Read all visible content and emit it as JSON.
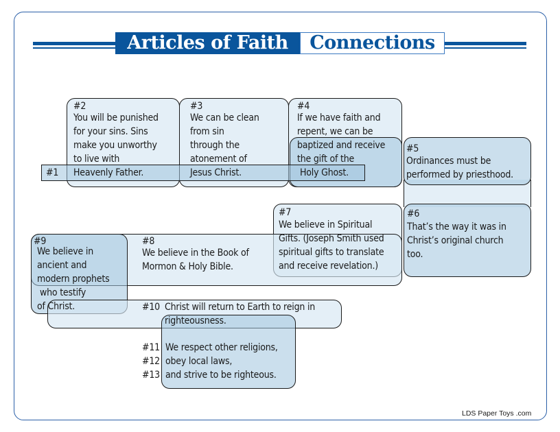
{
  "title": {
    "part1": "Articles of Faith",
    "part2": "Connections"
  },
  "colors": {
    "brand": "#0a559c",
    "light_fill": "#e3eef6",
    "medium_fill": "#b9d4e6"
  },
  "articles": {
    "a1": {
      "num": "#1"
    },
    "a2": {
      "num": "#2",
      "lines": [
        "You will be punished",
        "for your sins. Sins",
        "make you unworthy",
        "to live with",
        "Heavenly Father."
      ]
    },
    "a3": {
      "num": "#3",
      "lines": [
        "We can be clean",
        "from sin",
        "through the",
        "atonement of",
        "Jesus Christ."
      ]
    },
    "a4": {
      "num": "#4",
      "lines": [
        "If we have faith and",
        "repent, we can be",
        "baptized and receive",
        "the gift of the",
        "Holy Ghost."
      ]
    },
    "a5": {
      "num": "#5",
      "lines": [
        "Ordinances must be",
        "performed by priesthood."
      ]
    },
    "a6": {
      "num": "#6",
      "lines": [
        "That’s the way it was in",
        "Christ’s original church",
        "too."
      ]
    },
    "a7": {
      "num": "#7",
      "lines": [
        "We believe in Spiritual",
        "Gifts. (Joseph Smith used",
        "spiritual gifts to translate",
        "and receive revelation.)"
      ]
    },
    "a8": {
      "num": "#8",
      "lines": [
        "We believe in the Book of",
        "Mormon & Holy Bible."
      ]
    },
    "a9": {
      "num": "#9",
      "lines": [
        "We believe in",
        "ancient and",
        "modern prophets",
        "who testify",
        "of Christ."
      ]
    },
    "a10": {
      "num": "#10",
      "lines": [
        "Christ will return to Earth to reign in",
        "righteousness."
      ]
    },
    "a11": {
      "nums": [
        "#11",
        "#12",
        "#13"
      ],
      "lines": [
        "We respect other religions,",
        "obey local laws,",
        "and strive to be righteous."
      ]
    }
  },
  "footer": "LDS Paper Toys .com"
}
